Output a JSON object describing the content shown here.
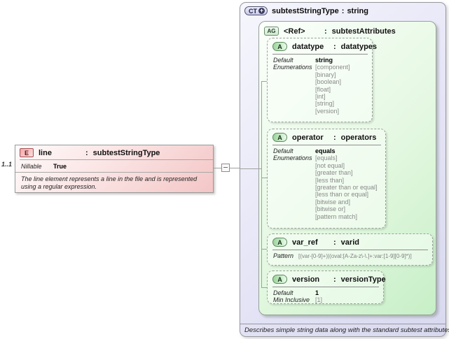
{
  "element": {
    "cardinality": "1..1",
    "badge": "E",
    "name": "line",
    "colon": ":",
    "type": "subtestStringType",
    "facet": {
      "label": "Nillable",
      "value": "True"
    },
    "doc": "The line element represents a line in the file and is represented using a regular expression."
  },
  "complexType": {
    "badge": "CT",
    "plus": "+",
    "name": "subtestStringType",
    "colon": ":",
    "base": "string",
    "annotation": "Describes simple string data along with the standard subtest attributes.",
    "attributeGroup": {
      "badge": "AG",
      "name": "<Ref>",
      "colon": ":",
      "type": "subtestAttributes",
      "attributes": [
        {
          "badge": "A",
          "name": "datatype",
          "colon": ":",
          "type": "datatypes",
          "facets": {
            "default_label": "Default",
            "default": "string",
            "enum_label": "Enumerations",
            "enums": [
              "[component]",
              "[binary]",
              "[boolean]",
              "[float]",
              "[int]",
              "[string]",
              "[version]"
            ]
          }
        },
        {
          "badge": "A",
          "name": "operator",
          "colon": ":",
          "type": "operators",
          "facets": {
            "default_label": "Default",
            "default": "equals",
            "enum_label": "Enumerations",
            "enums": [
              "[equals]",
              "[not equal]",
              "[greater than]",
              "[less than]",
              "[greater than or equal]",
              "[less than or equal]",
              "[bitwise and]",
              "[bitwise or]",
              "[pattern match]"
            ]
          }
        },
        {
          "badge": "A",
          "name": "var_ref",
          "colon": ":",
          "type": "varid",
          "facets": {
            "pattern_label": "Pattern",
            "pattern": "[(var-[0-9]+)|(oval:[A-Za-z\\-\\.]+:var:[1-9][0-9]*)]"
          }
        },
        {
          "badge": "A",
          "name": "version",
          "colon": ":",
          "type": "versionType",
          "facets": {
            "default_label": "Default",
            "default": "1",
            "min_label": "Min Inclusive",
            "min": "[1]"
          }
        }
      ]
    }
  }
}
